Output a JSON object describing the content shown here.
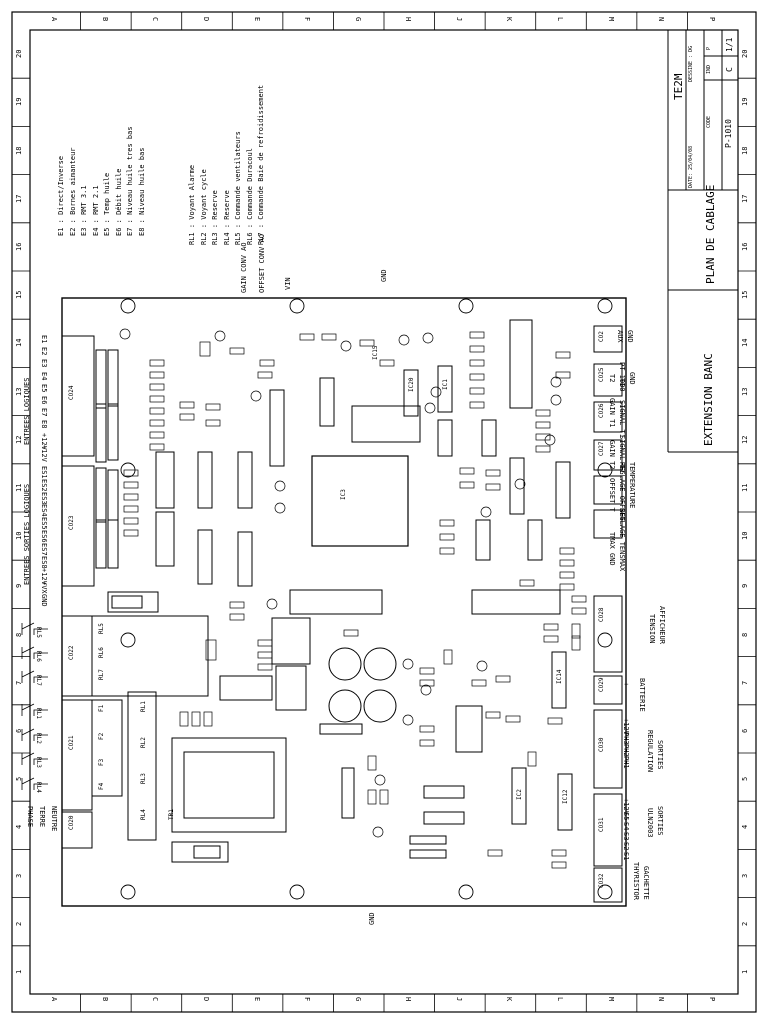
{
  "grid": {
    "cols": [
      "A",
      "B",
      "C",
      "D",
      "E",
      "F",
      "G",
      "H",
      "J",
      "K",
      "L",
      "M",
      "N",
      "P"
    ],
    "rows": [
      "1",
      "2",
      "3",
      "4",
      "5",
      "6",
      "7",
      "8",
      "9",
      "10",
      "11",
      "12",
      "13",
      "14",
      "15",
      "16",
      "17",
      "18",
      "19",
      "20"
    ]
  },
  "title_block": {
    "company": "TE2M",
    "date": "DATE: 25/04/08",
    "drawn_by": "DESSINE : DG",
    "code_label": "CODE",
    "code": "P-1010",
    "ind_label": "IND",
    "ind": "C",
    "p_label": "P",
    "page": "1/1",
    "title": "PLAN DE CABLAGE",
    "subtitle": "EXTENSION BANC"
  },
  "legend_inputs": [
    "E1 : Direct/Inverse",
    "E2 : Bornes aimanteur",
    "E3 : RMT 3.1",
    "E4 : RMT 2.1",
    "E5 : Temp huile",
    "E6 : Débit huile",
    "E7 : Niveau huile tres bas",
    "E8 : Niveau huile bas"
  ],
  "legend_relays": [
    "RL1 : Voyant Alarme",
    "RL2 : Voyant cycle",
    "RL3 : Reserve",
    "RL4 : Reserve",
    "RL5 : Commande ventilateurs",
    "RL6 : Commande Duracoul",
    "RL7 : Commande Baie de refroidissement"
  ],
  "top_signals": [
    "GAIN CONV AO",
    "OFFSET CONV AO",
    "VIN",
    "GND"
  ],
  "left_inputs": {
    "section": "ENTREES LOGIQUES",
    "pins": [
      "E1",
      "E2",
      "E3",
      "E4",
      "E5",
      "E6",
      "E7",
      "E8",
      "+12V",
      "+12V"
    ]
  },
  "left_ios": {
    "section": "ENTREES SORTIES LOGIQUES",
    "pins": [
      "ES1",
      "ES2",
      "ES3",
      "ES4",
      "ES5",
      "ES6",
      "ES7",
      "ES8",
      "+12V",
      "+VX",
      "GND"
    ]
  },
  "left_relays": [
    "RL5",
    "RL6",
    "RL7",
    "RL1",
    "RL2",
    "RL3",
    "RL4"
  ],
  "left_power": [
    "NEUTRE",
    "TERRE",
    "PHASE"
  ],
  "right_labels": {
    "aux": [
      "GND",
      "AUX"
    ],
    "pt1000": [
      "GND",
      "T1",
      "T2",
      "PT 1000"
    ],
    "gain_t1": "GAIN T1",
    "signal_t1": "SIGNAL T1",
    "signal_t2": "SIGNAL T2",
    "gain_t2": "GAIN T2",
    "temperature": "TEMPERATURE",
    "reglage_offset": "REGLAGE OFFSET",
    "offset_t": "OFFSET T",
    "reglage_tensmax": "REGLAGE TENSMAX",
    "tmax": "TMAX",
    "gnd": "GND",
    "afficheur": "AFFICHEUR",
    "tension": "TENSION",
    "batterie": "BATTERIE",
    "pm_sign": "+ -",
    "sorties_regulation": [
      "+12V",
      "PH3",
      "PH2",
      "PH1",
      "SORTIES",
      "REGULATION"
    ],
    "sorties_uln": [
      "+12V",
      "S5",
      "S4",
      "S3",
      "S2",
      "S1",
      "SORTIES",
      "ULN2003"
    ],
    "gachette": [
      "GACHETTE",
      "THYRISTOR"
    ]
  },
  "bottom_gnd": "GND",
  "board_refs": [
    "CO24",
    "CO23",
    "CO22",
    "CO21",
    "CO20",
    "CO2",
    "CO25",
    "CO26",
    "CO27",
    "CO28",
    "CO29",
    "CO30",
    "CO31",
    "CO32",
    "IC3",
    "IC20",
    "IC1",
    "IC2",
    "IC12",
    "IC14",
    "IC15",
    "RL1",
    "RL2",
    "RL3",
    "RL4",
    "RL5",
    "RL6",
    "RL7",
    "TR1",
    "F1",
    "F2",
    "F3",
    "F4"
  ]
}
